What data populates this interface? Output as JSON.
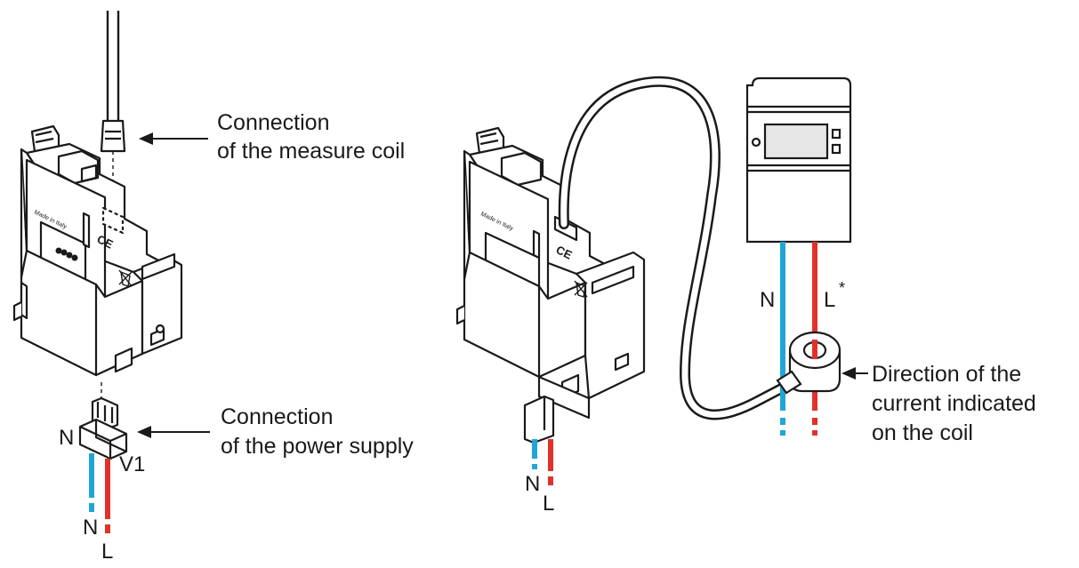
{
  "left_device": {
    "callout_coil": {
      "line1": "Connection",
      "line2": "of the measure coil"
    },
    "callout_power": {
      "line1": "Connection",
      "line2": "of the power supply"
    },
    "terminal_n": "N",
    "terminal_v1": "V1",
    "wire_n": "N",
    "wire_l": "L",
    "device_marking": "Made in Italy",
    "ce_mark": "CE"
  },
  "right_device": {
    "wire_n": "N",
    "wire_l": "L",
    "device_marking": "Made in Italy",
    "ce_mark": "CE"
  },
  "meter": {
    "wire_n": "N",
    "wire_l": "L",
    "asterisk": "*"
  },
  "coil_callout": {
    "line1": "Direction of the",
    "line2": "current indicated",
    "line3": "on the coil"
  },
  "colors": {
    "neutral_wire": "#1fa6d8",
    "live_wire": "#e0322a",
    "outline": "#1a1a1a",
    "panel_fill": "#ffffff",
    "meter_display": "#e6e6e6"
  },
  "icons": [
    "arrow-left-icon",
    "weee-bin-icon",
    "ce-mark-icon"
  ]
}
